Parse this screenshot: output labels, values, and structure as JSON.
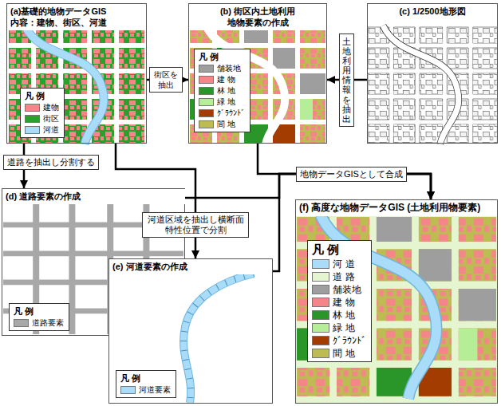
{
  "diagram": {
    "nodes": [
      {
        "text": [
          "(a)基礎的地物データGIS",
          "内容：建物、街区、河道"
        ]
      },
      {
        "text": [
          "(b) 街区内土地利用 地物要素の作成"
        ]
      },
      {
        "text": [
          "(c) 1/2500地形図"
        ]
      },
      {
        "text": [
          "(d) 道路要素の作成"
        ]
      },
      {
        "text": [
          "(e) 河道要素の作成"
        ]
      },
      {
        "text": [
          "(f) 高度な地物データGIS (土地利用物要素)"
        ]
      }
    ],
    "edges": [
      {
        "from": 0,
        "to": 1,
        "arrow": "to",
        "label": "街区を抽出"
      },
      {
        "from": 2,
        "to": 1,
        "arrow": "to",
        "label": "土地利用情報を抽出"
      },
      {
        "from": 0,
        "to": 3,
        "arrow": "to",
        "label": "道路を抽出し分割する"
      },
      {
        "from": 0,
        "to": 4,
        "arrow": "to",
        "label": "河道区域を抽出し横断面特性位置で分割"
      },
      {
        "from": 1,
        "to": 5,
        "arrow": "to",
        "label": "地物データGISとして合成"
      },
      {
        "from": 3,
        "to": 5,
        "arrow": "to"
      },
      {
        "from": 4,
        "to": 5,
        "arrow": "to"
      }
    ],
    "labels": [
      "凡 例",
      "凡 例",
      "凡 例",
      "凡 例",
      "凡 例"
    ],
    "legend": [
      {
        "text": "建物",
        "color": "#f4868a"
      },
      {
        "text": "街区",
        "color": "#2ca02c"
      },
      {
        "text": "河道",
        "color": "#a8dcf8"
      },
      {
        "text": "舗装地",
        "color": "#9e9e9e"
      },
      {
        "text": "建 物",
        "color": "#f4868a"
      },
      {
        "text": "林 地",
        "color": "#2a962a"
      },
      {
        "text": "緑 地",
        "color": "#b6ee98"
      },
      {
        "text": "ｸﾞﾗｳﾝﾄﾞ",
        "color": "#a33c00"
      },
      {
        "text": "間 地",
        "color": "#bcbc52"
      },
      {
        "text": "道路要素",
        "color": "#a8a8a8"
      },
      {
        "text": "河道要素",
        "color": "#a8dcf8"
      },
      {
        "text": "河 道",
        "color": "#a8dcf8"
      },
      {
        "text": "道 路",
        "color": "#e4f5d0"
      },
      {
        "text": "舗装地",
        "color": "#9e9e9e"
      },
      {
        "text": "建 物",
        "color": "#f4868a"
      },
      {
        "text": "林 地",
        "color": "#2a962a"
      },
      {
        "text": "緑 地",
        "color": "#b6ee98"
      },
      {
        "text": "ｸﾞﾗｳﾝﾄﾞ",
        "color": "#a33c00"
      },
      {
        "text": "間 地",
        "color": "#bcbc52"
      }
    ]
  }
}
